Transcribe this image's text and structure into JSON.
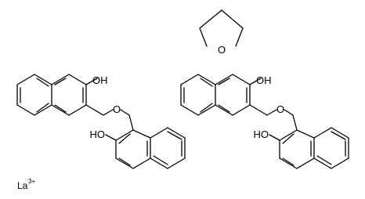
{
  "molecules": [
    {
      "name": "tetrahydrofuran",
      "atom_labels": [
        "O"
      ]
    },
    {
      "name": "left-ligand",
      "atom_labels": [
        "OH",
        "O",
        "HO"
      ]
    },
    {
      "name": "right-ligand",
      "atom_labels": [
        "OH",
        "O",
        "HO"
      ]
    }
  ],
  "ion": {
    "symbol": "La",
    "charge": "3+"
  },
  "colors": {
    "bond": "#000000",
    "text": "#000000",
    "background": "#ffffff"
  }
}
